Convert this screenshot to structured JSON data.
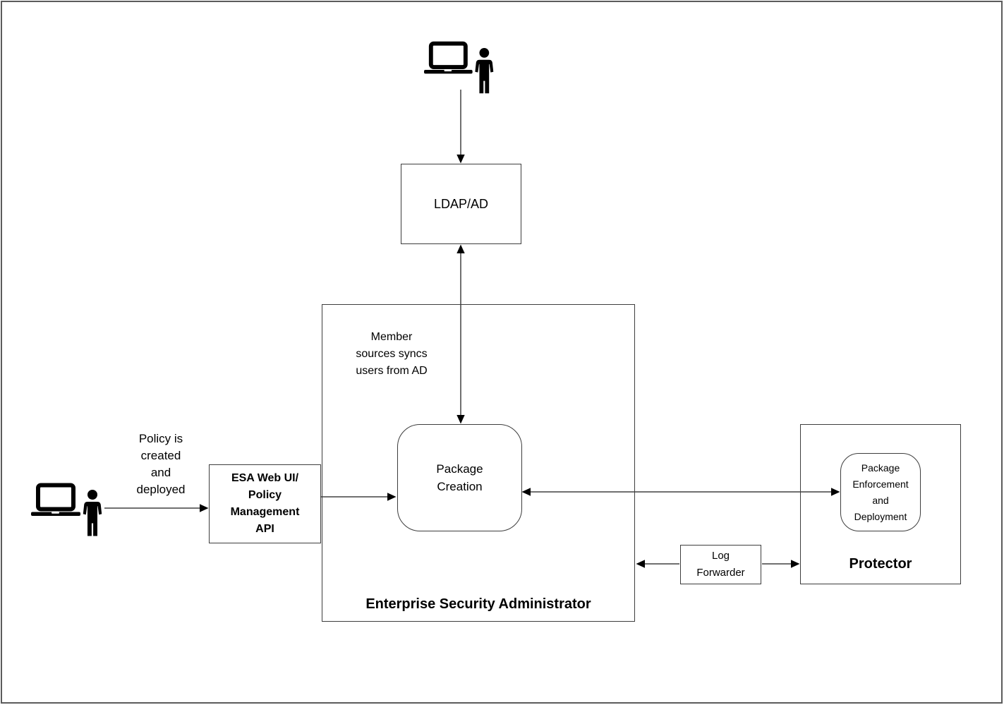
{
  "colors": {
    "background": "#ffffff",
    "box_border": "#3d3d3d",
    "connector_line": "#404040",
    "arrowhead": "#000000",
    "text": "#000000"
  },
  "actors": {
    "top_admin": {
      "icon": "laptop-person-icon"
    },
    "left_admin": {
      "icon": "laptop-person-icon"
    }
  },
  "nodes": {
    "ldap": {
      "label": "LDAP/AD"
    },
    "enterprise_security_administrator": {
      "label": "Enterprise Security Administrator"
    },
    "package_creation": {
      "lines": [
        "Package",
        "Creation"
      ]
    },
    "esa_web_ui": {
      "lines": [
        "ESA Web UI/",
        "Policy",
        "Management",
        "API"
      ]
    },
    "protector": {
      "label": "Protector"
    },
    "package_enforcement": {
      "lines": [
        "Package",
        "Enforcement",
        "and",
        "Deployment"
      ]
    },
    "log_forwarder": {
      "lines": [
        "Log",
        "Forwarder"
      ]
    }
  },
  "annotations": {
    "member_sync": {
      "lines": [
        "Member",
        "sources syncs",
        "users from AD"
      ]
    },
    "policy_created": {
      "lines": [
        "Policy is",
        "created",
        "and",
        "deployed"
      ]
    }
  }
}
